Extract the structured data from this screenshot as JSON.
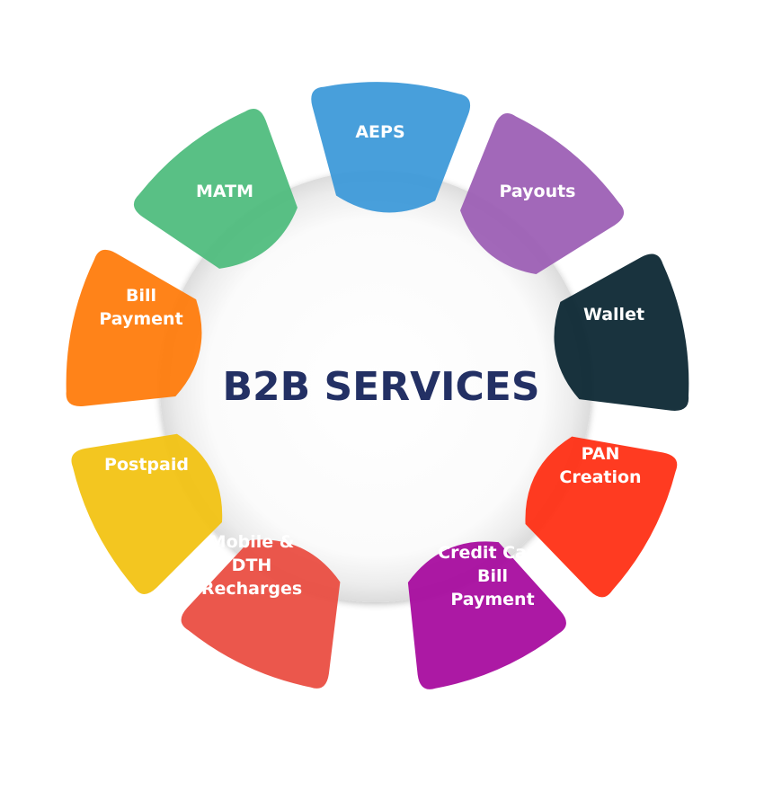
{
  "title": "B2B SERVICES",
  "colors": {
    "title": "#233064",
    "aeps": "#3a98d8",
    "payouts": "#9b5cb4",
    "wallet": "#08232f",
    "pan": "#ff2c10",
    "credit_card": "#a6079d",
    "mobile_dth": "#ea4a3e",
    "postpaid": "#f2c20f",
    "bill_payment": "#ff7a08",
    "matm": "#4cbb7c"
  },
  "services": [
    {
      "id": "aeps",
      "icon": "petal-shape",
      "lines": [
        "AEPS"
      ]
    },
    {
      "id": "payouts",
      "icon": "petal-shape",
      "lines": [
        "Payouts"
      ]
    },
    {
      "id": "wallet",
      "icon": "petal-shape",
      "lines": [
        "Wallet"
      ]
    },
    {
      "id": "pan-creation",
      "icon": "petal-shape",
      "lines": [
        "PAN",
        "Creation"
      ]
    },
    {
      "id": "credit-card-bill-payment",
      "icon": "petal-shape",
      "lines": [
        "Credit Card",
        "Bill",
        "Payment"
      ]
    },
    {
      "id": "mobile-dth-recharges",
      "icon": "petal-shape",
      "lines": [
        "Mobile &",
        "DTH",
        "Recharges"
      ]
    },
    {
      "id": "postpaid",
      "icon": "petal-shape",
      "lines": [
        "Postpaid"
      ]
    },
    {
      "id": "bill-payment",
      "icon": "petal-shape",
      "lines": [
        "Bill",
        "Payment"
      ]
    },
    {
      "id": "matm",
      "icon": "petal-shape",
      "lines": [
        "MATM"
      ]
    }
  ]
}
